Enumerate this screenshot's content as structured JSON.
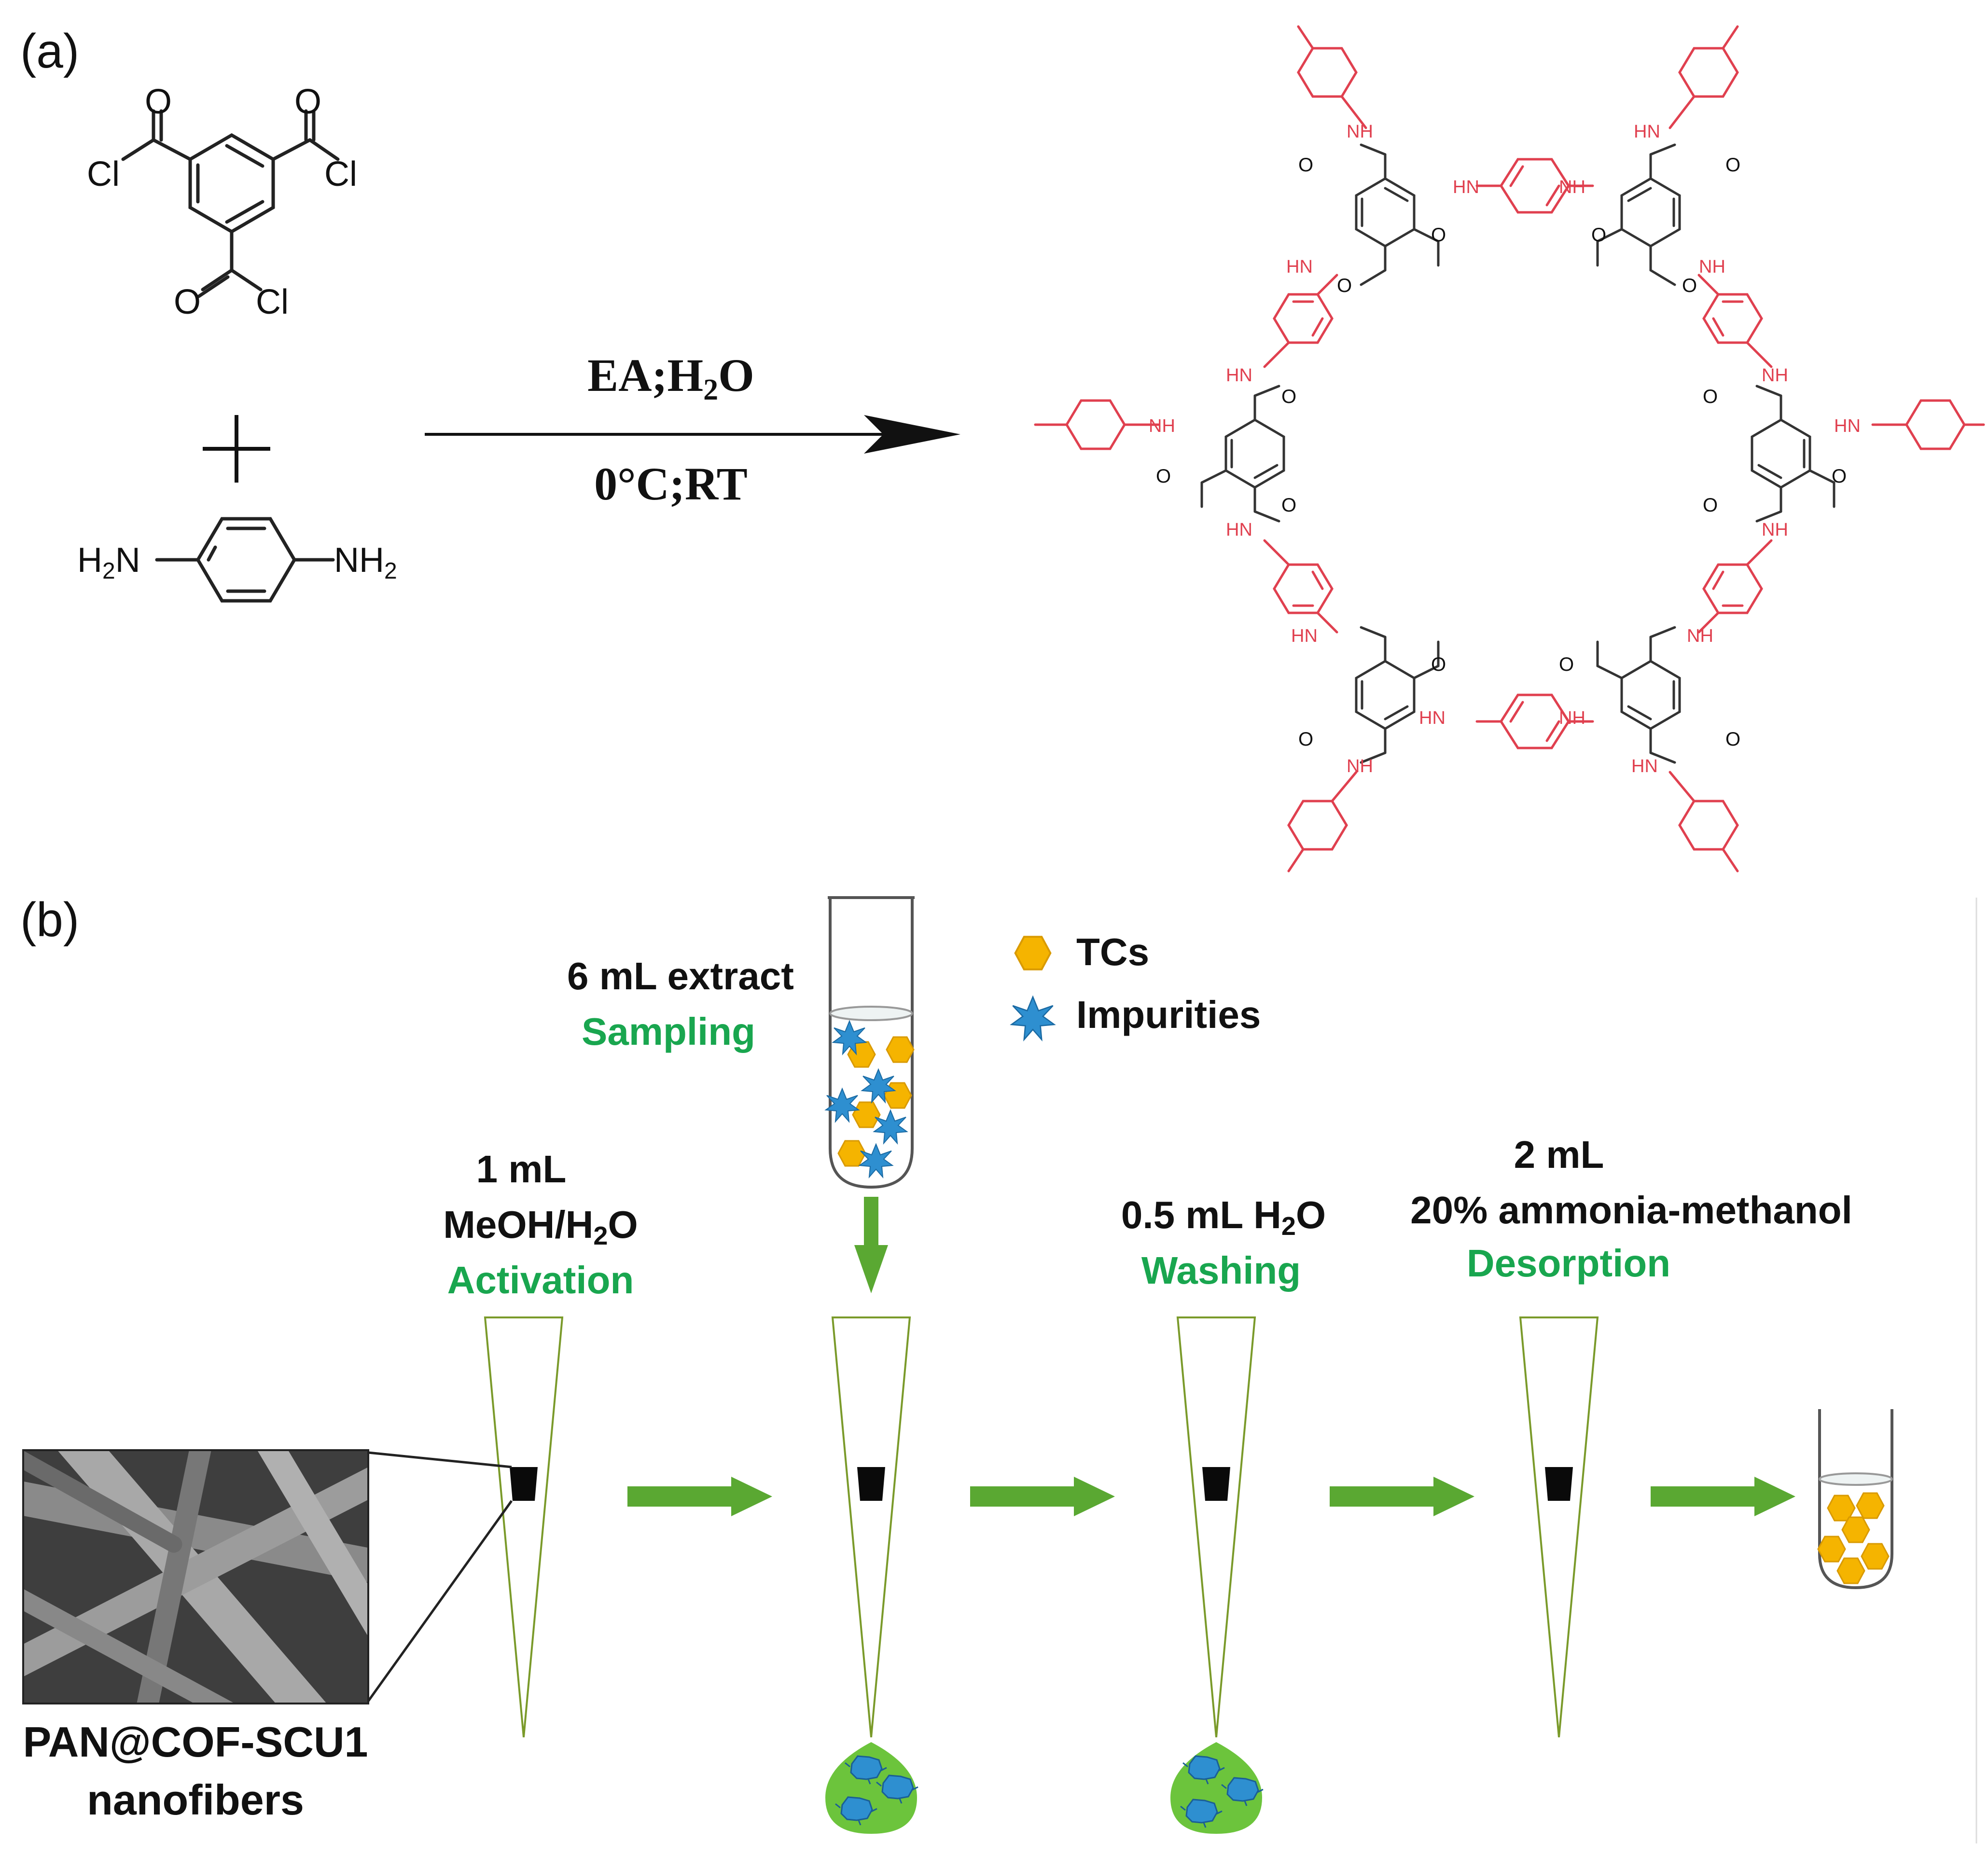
{
  "panels": {
    "a": "(a)",
    "b": "(b)"
  },
  "reactants": {
    "acyl_chloride": {
      "cl_left": "Cl",
      "cl_right": "Cl",
      "cl_bottom": "Cl",
      "o_left": "O",
      "o_right": "O",
      "o_bottom": "O"
    },
    "plus": "+",
    "diamine": {
      "left": "H2N",
      "right": "NH2"
    }
  },
  "conditions": {
    "top": "EA;H2O",
    "bottom": "0°C;RT"
  },
  "product_labels": {
    "amide": "NH",
    "amide_alt": "HN",
    "carbonyl": "O"
  },
  "legend": [
    {
      "label": "TCs",
      "symbol": "hexagon",
      "color": "#f5b400"
    },
    {
      "label": "Impurities",
      "symbol": "star",
      "color": "#2e8fd0"
    }
  ],
  "steps": {
    "sampling": {
      "volume": "6 mL extract",
      "name": "Sampling"
    },
    "activation": {
      "volume_1": "1 mL",
      "volume_2": "MeOH/H2O",
      "name": "Activation"
    },
    "washing": {
      "volume": "0.5 mL H2O",
      "name": "Washing"
    },
    "desorption": {
      "volume_1": "2 mL",
      "volume_2": "20% ammonia-methanol",
      "name": "Desorption"
    }
  },
  "material": {
    "line1": "PAN@COF-SCU1",
    "line2": "nanofibers"
  },
  "colors": {
    "step_green": "#19a64f",
    "arrow_green": "#5aa832",
    "cof_red": "#e0404f",
    "tc_yellow": "#f5b400",
    "impurity_blue": "#2e8fd0",
    "drop_green": "#6cc43c"
  }
}
